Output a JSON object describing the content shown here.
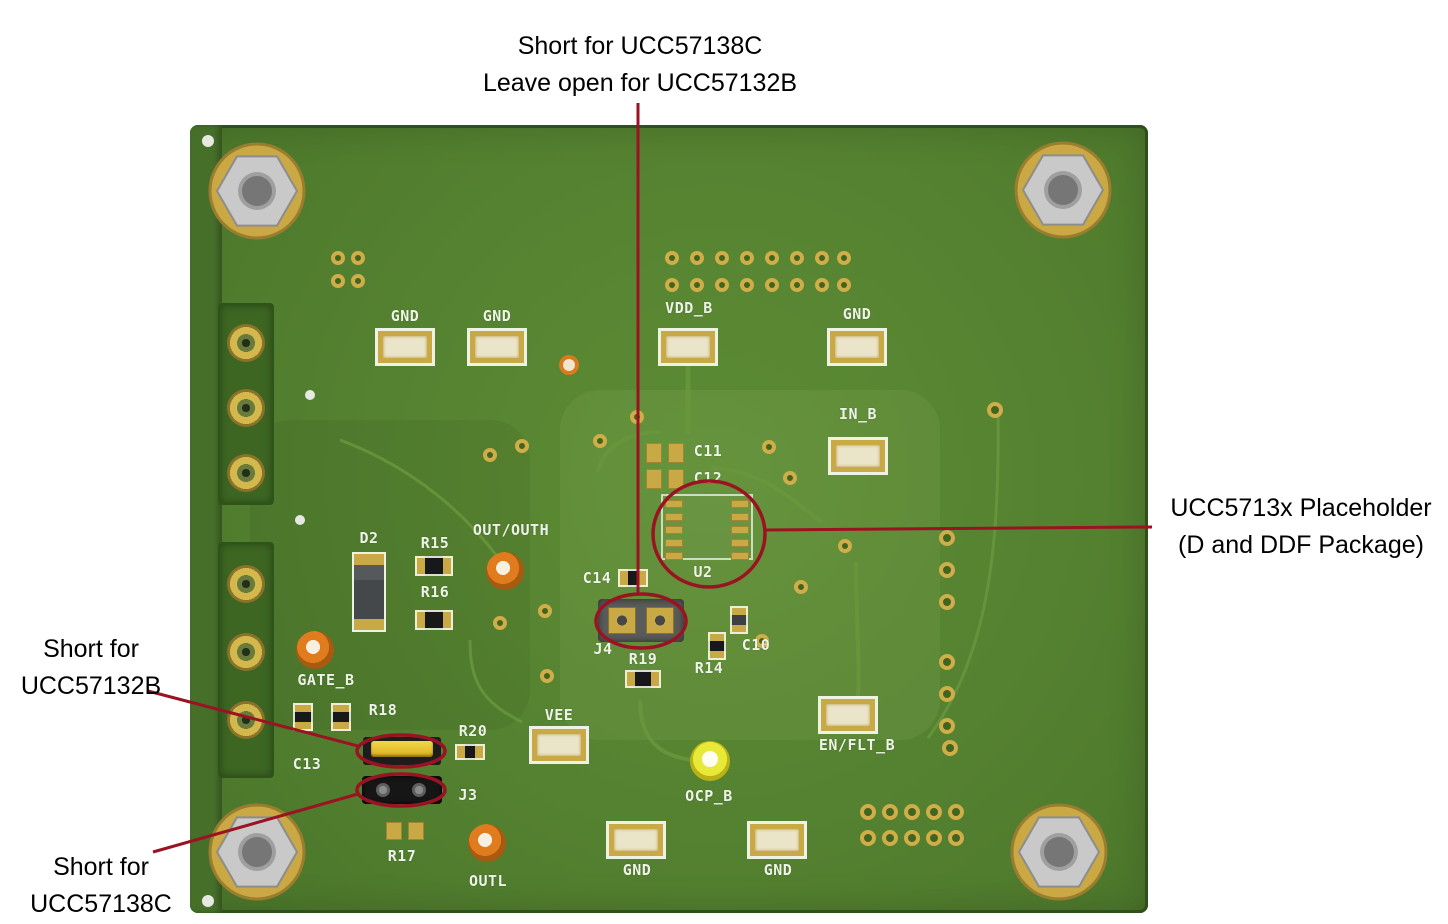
{
  "annotations": {
    "top": {
      "line1": "Short for UCC57138C",
      "line2": "Leave open for UCC57132B"
    },
    "right": {
      "line1": "UCC5713x Placeholder",
      "line2": "(D and DDF Package)"
    },
    "left": {
      "line1": "Short for",
      "line2": "UCC57132B"
    },
    "bottom_left": {
      "line1": "Short for",
      "line2": "UCC57138C"
    }
  },
  "silkscreen": {
    "gnd_top_1": "GND",
    "gnd_top_2": "GND",
    "vdd_b": "VDD_B",
    "gnd_top_3": "GND",
    "in_b": "IN_B",
    "c11": "C11",
    "c12": "C12",
    "u2": "U2",
    "c14": "C14",
    "out_outh": "OUT/OUTH",
    "d2": "D2",
    "r15": "R15",
    "r16": "R16",
    "gate_b": "GATE_B",
    "r18": "R18",
    "c13": "C13",
    "j4": "J4",
    "r19": "R19",
    "r14": "R14",
    "c10": "C10",
    "r20": "R20",
    "vee": "VEE",
    "en_flt_b": "EN/FLT_B",
    "ocp_b": "OCP_B",
    "j3": "J3",
    "r17": "R17",
    "outl": "OUTL",
    "gnd_bottom_1": "GND",
    "gnd_bottom_2": "GND"
  },
  "colors": {
    "board_green": "#55832e",
    "board_edge": "#46702a",
    "silkscreen_white": "#eef3e8",
    "pad_gold": "#c9a945",
    "pad_cream": "#eae4c8",
    "annotation_red": "#9b1322",
    "testpoint_orange": "#e07c1e",
    "testpoint_yellow": "#e8e838",
    "text_black": "#000000"
  }
}
